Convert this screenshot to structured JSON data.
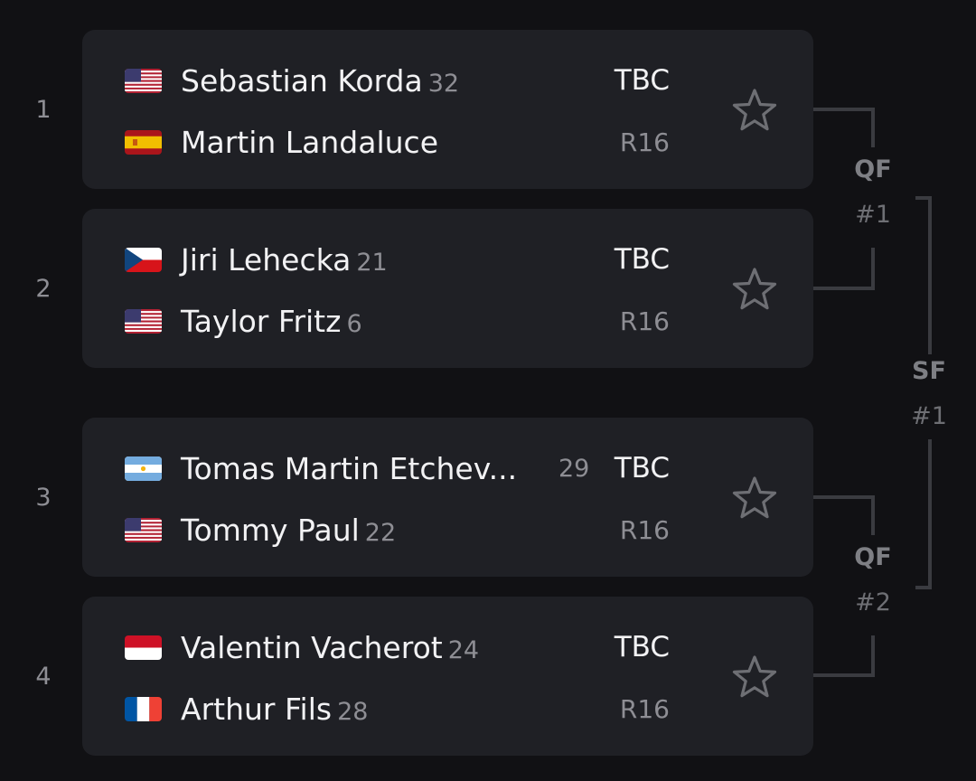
{
  "matches": [
    {
      "index": "1",
      "players": [
        {
          "name": "Sebastian Korda",
          "seed": "32",
          "flag": "us-flag-icon",
          "status": "TBC"
        },
        {
          "name": "Martin Landaluce",
          "seed": "",
          "flag": "spain-flag-icon",
          "status": "R16"
        }
      ]
    },
    {
      "index": "2",
      "players": [
        {
          "name": "Jiri Lehecka",
          "seed": "21",
          "flag": "czech-flag-icon",
          "status": "TBC"
        },
        {
          "name": "Taylor Fritz",
          "seed": "6",
          "flag": "us-flag-icon",
          "status": "R16"
        }
      ]
    },
    {
      "index": "3",
      "players": [
        {
          "name": "Tomas Martin Etchev...",
          "seed": "29",
          "flag": "argentina-flag-icon",
          "status": "TBC"
        },
        {
          "name": "Tommy Paul",
          "seed": "22",
          "flag": "us-flag-icon",
          "status": "R16"
        }
      ]
    },
    {
      "index": "4",
      "players": [
        {
          "name": "Valentin Vacherot",
          "seed": "24",
          "flag": "monaco-flag-icon",
          "status": "TBC"
        },
        {
          "name": "Arthur Fils",
          "seed": "28",
          "flag": "france-flag-icon",
          "status": "R16"
        }
      ]
    }
  ],
  "bracket": {
    "qf1": {
      "label": "QF",
      "number": "#1"
    },
    "qf2": {
      "label": "QF",
      "number": "#2"
    },
    "sf1": {
      "label": "SF",
      "number": "#1"
    }
  },
  "colors": {
    "background": "#111114",
    "card": "#1f2025",
    "text": "#f2f2f4",
    "muted": "#8e8e94",
    "line": "#3a3b40"
  },
  "icons": {
    "favorite": "star-outline-icon"
  }
}
